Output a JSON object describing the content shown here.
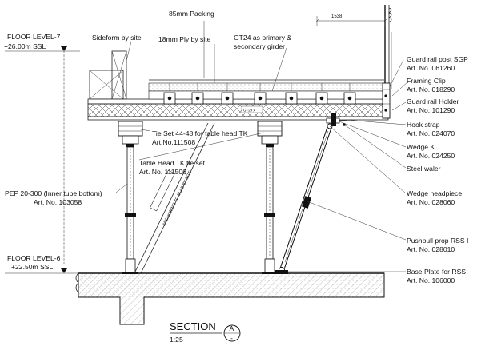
{
  "levels": {
    "upper_name": "FLOOR LEVEL-7",
    "upper_value": "+26.00m SSL",
    "lower_name": "FLOOR LEVEL-6",
    "lower_value": "+22.50m SSL"
  },
  "dimension": "1538",
  "labels": {
    "packing": "85mm Packing",
    "sideform": "Sideform by site",
    "ply": "18mm Ply by site",
    "gt24_line1": "GT24 as primary &",
    "gt24_line2": "secondary girder",
    "guard_post": "Guard rail post SGP",
    "guard_post_art": "Art. No. 061260",
    "framing_clip": "Framing Clip",
    "framing_clip_art": "Art. No. 018290",
    "guard_holder": "Guard rail Holder",
    "guard_holder_art": "Art. No. 101290",
    "hook_strap": "Hook strap",
    "hook_strap_art": "Art. No. 024070",
    "wedge_k": "Wedge K",
    "wedge_k_art": "Art. No. 024250",
    "steel_waler": "Steel waler",
    "wedge_headpiece": "Wedge headpiece",
    "wedge_headpiece_art": "Art. No. 028060",
    "tie_set": "Tie Set 44-48 for table head TK",
    "tie_set_art": "Art.No.111508",
    "table_head": "Table Head TK tie set",
    "table_head_art": "Art. No. 111506",
    "pep": "PEP 20-300 (Inner tube bottom)",
    "pep_art": "Art. No. 103058",
    "anchoring": "ANCHORING TO SLAB BY SITE",
    "pushpull": "Pushpull prop RSS I",
    "pushpull_art": "Art. No. 028010",
    "base_plate": "Base Plate for RSS",
    "base_plate_art": "Art. No. 106000",
    "girder_tag": "GT24 x"
  },
  "section": {
    "title": "SECTION",
    "scale": "1:25",
    "mark": "A",
    "ref": "-"
  }
}
